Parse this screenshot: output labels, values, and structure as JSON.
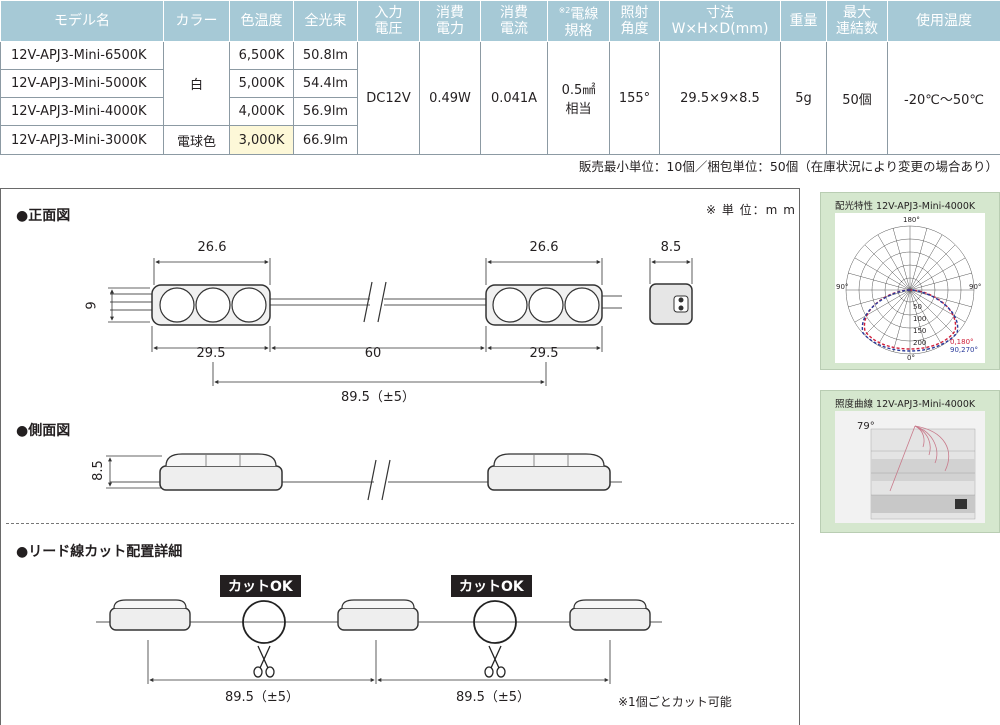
{
  "table": {
    "headers": [
      "モデル名",
      "カラー",
      "色温度",
      "全光束",
      "入力電圧",
      "消費電力",
      "消費電流",
      "電線規格",
      "照射角度",
      "寸法",
      "重量",
      "最大連結数",
      "使用温度"
    ],
    "header_lines": {
      "input_voltage": [
        "入力",
        "電圧"
      ],
      "power": [
        "消費",
        "電力"
      ],
      "current": [
        "消費",
        "電流"
      ],
      "wire_sup": "※2",
      "wire": [
        "電線",
        "規格"
      ],
      "angle": [
        "照射",
        "角度"
      ],
      "size": [
        "寸法",
        "W×H×D(mm)"
      ],
      "max_links": [
        "最大",
        "連結数"
      ]
    },
    "rows": [
      {
        "model": "12V-APJ3-Mini-6500K",
        "cct": "6,500K",
        "lumen": "50.8lm"
      },
      {
        "model": "12V-APJ3-Mini-5000K",
        "cct": "5,000K",
        "lumen": "54.4lm"
      },
      {
        "model": "12V-APJ3-Mini-4000K",
        "cct": "4,000K",
        "lumen": "56.9lm"
      },
      {
        "model": "12V-APJ3-Mini-3000K",
        "cct": "3,000K",
        "lumen": "66.9lm"
      }
    ],
    "color_white": "白",
    "color_bulb": "電球色",
    "shared": {
      "voltage": "DC12V",
      "power": "0.49W",
      "current": "0.041A",
      "wire_line1": "0.5㎟",
      "wire_line2": "相当",
      "angle": "155°",
      "size": "29.5×9×8.5",
      "weight": "5g",
      "max_links": "50個",
      "temp": "-20℃〜50℃"
    },
    "header_color": "#a6c9d6",
    "highlight_color": "#fdf8d8"
  },
  "sales_note": "販売最小単位：10個／梱包単位：50個（在庫状況により変更の場合あり）",
  "front_view": {
    "title": "●正面図",
    "unit": "※ 単 位：m m",
    "dim_width_left": "26.6",
    "dim_width_right": "26.6",
    "dim_depth": "8.5",
    "dim_height": "9",
    "dim_total_left": "29.5",
    "dim_gap": "60",
    "dim_total_right": "29.5",
    "dim_pitch": "89.5（±5）"
  },
  "side_view": {
    "title": "●側面図",
    "dim_height": "8.5"
  },
  "cut_view": {
    "title": "●リード線カット配置詳細",
    "cut_label_1": "カットOK",
    "cut_label_2": "カットOK",
    "pitch_1": "89.5（±5）",
    "pitch_2": "89.5（±5）",
    "note": "※1個ごとカット可能"
  },
  "light_distribution": {
    "title": "配光特性 12V-APJ3-Mini-4000K",
    "top": "180°",
    "left": "90°",
    "right": "90°",
    "bottom": "0°",
    "radials": [
      "50",
      "100",
      "150",
      "200"
    ],
    "legend_1": "0,180°",
    "legend_2": "90,270°",
    "panel_color": "#d5e7ce"
  },
  "illuminance": {
    "title": "照度曲線 12V-APJ3-Mini-4000K",
    "angle": "79°"
  }
}
